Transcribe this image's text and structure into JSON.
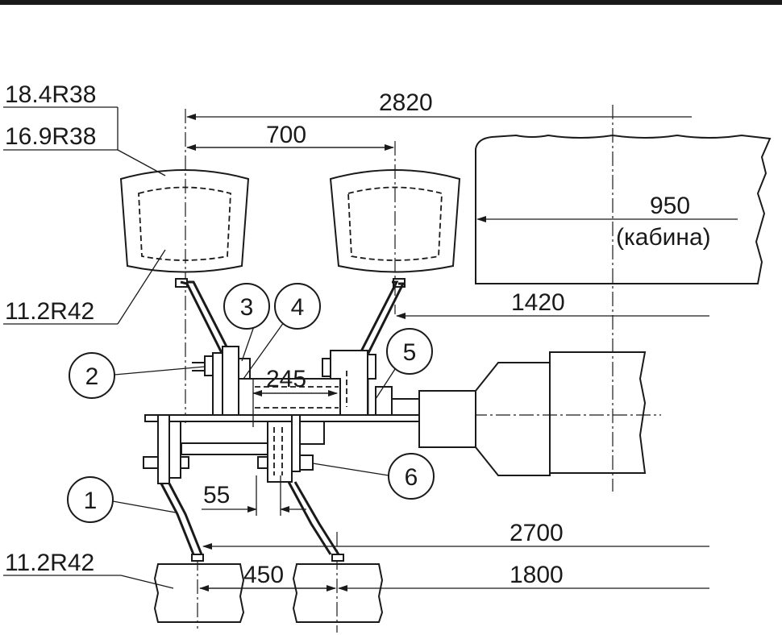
{
  "labels": {
    "tire_1": "18.4R38",
    "tire_2": "16.9R38",
    "tire_3": "11.2R42",
    "tire_4": "11.2R42",
    "cabin_note": "(кабина)"
  },
  "dimensions": {
    "d2820": "2820",
    "d700": "700",
    "d950": "950",
    "d1420": "1420",
    "d245": "245",
    "d55": "55",
    "d2700": "2700",
    "d450": "450",
    "d1800": "1800"
  },
  "callouts": [
    "1",
    "2",
    "3",
    "4",
    "5",
    "6"
  ]
}
